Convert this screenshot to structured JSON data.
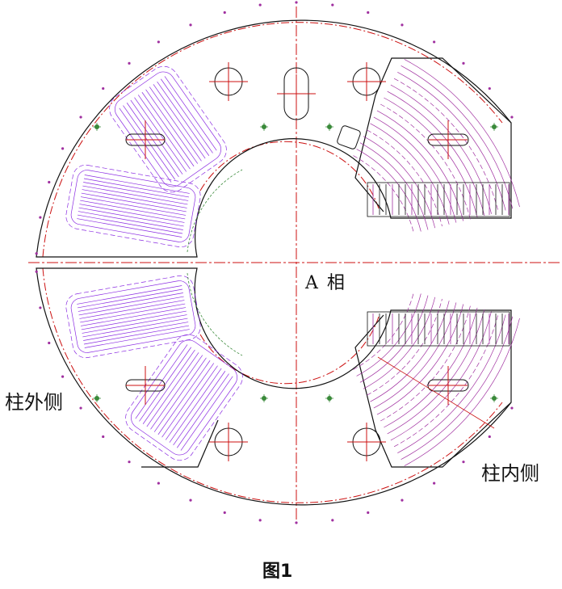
{
  "labels": {
    "phase": "A 相",
    "outer_side": "柱外侧",
    "inner_side": "柱内侧",
    "figure": "图1"
  },
  "colors": {
    "outline": "#111111",
    "centerline": "#cc1111",
    "winding": "#8a2be2",
    "winding_alt": "#a030a0",
    "marker": "#3a8a3a"
  }
}
